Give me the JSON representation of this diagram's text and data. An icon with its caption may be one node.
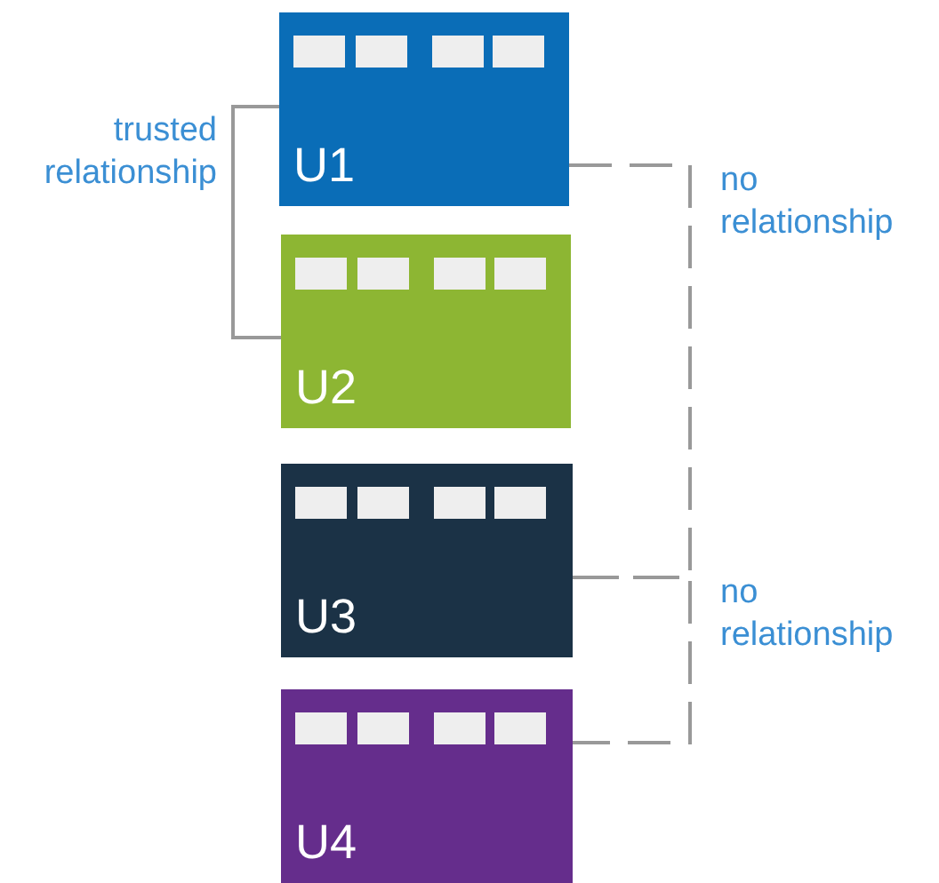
{
  "diagram": {
    "nodes": [
      {
        "text": [
          "U1"
        ]
      },
      {
        "text": [
          "U2"
        ]
      },
      {
        "text": [
          "U3"
        ]
      },
      {
        "text": [
          "U4"
        ]
      }
    ],
    "edges": [
      {
        "from": 0,
        "to": 1,
        "arrow": "none",
        "label": "trusted relationship"
      },
      {
        "from": 0,
        "to": 2,
        "arrow": "none",
        "label": "no relationship",
        "style": "dashed"
      },
      {
        "from": 2,
        "to": 3,
        "arrow": "none",
        "label": "no relationship",
        "style": "dashed"
      }
    ]
  }
}
